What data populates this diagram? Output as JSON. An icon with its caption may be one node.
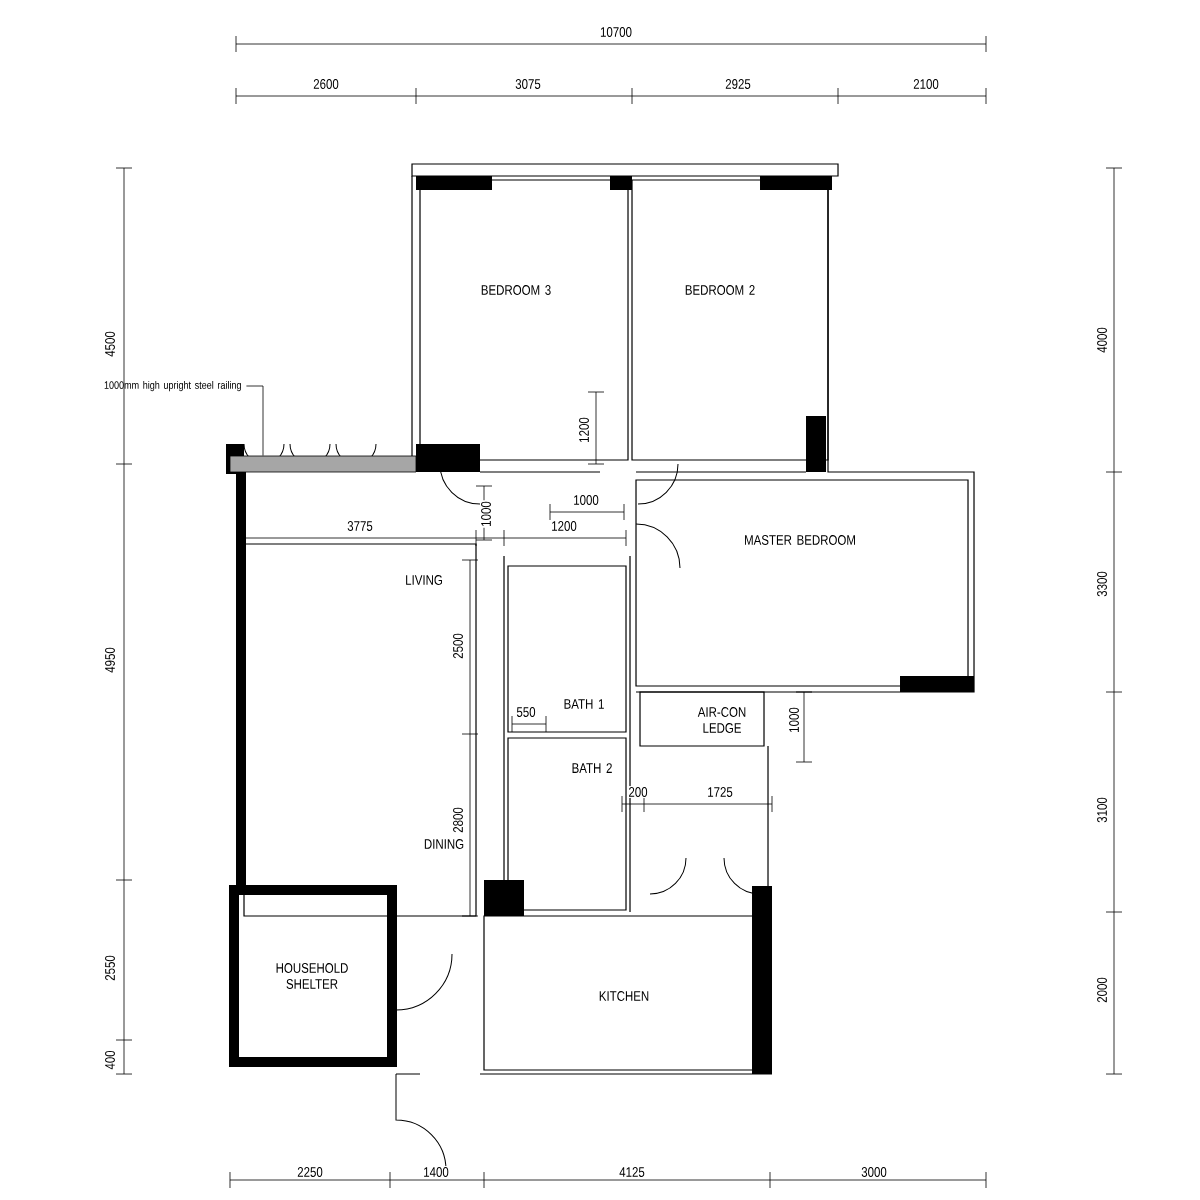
{
  "diagram": {
    "nodes": [
      {
        "text": [
          "1000mm high upright steel railing"
        ]
      },
      {
        "text": [],
        "shape": "bar"
      },
      {
        "text": [
          "BEDROOM 3"
        ]
      },
      {
        "text": [
          "BEDROOM 2"
        ]
      },
      {
        "text": [
          "LIVING",
          "DINING"
        ]
      },
      {
        "text": [
          "MASTER BEDROOM"
        ]
      },
      {
        "text": [
          "BATH 1"
        ]
      },
      {
        "text": [
          "AIR-CON LEDGE"
        ]
      },
      {
        "text": [
          "BATH 2"
        ]
      },
      {
        "text": [
          "HOUSEHOLD SHELTER"
        ]
      },
      {
        "text": [
          "KITCHEN"
        ]
      }
    ],
    "edges": [
      {
        "from": 0,
        "to": 1,
        "arrow": "none"
      }
    ],
    "labels": [
      "10700",
      "2600",
      "3075",
      "2925",
      "2100",
      "4500",
      "4000",
      "1200",
      "1000",
      "1000",
      "3775",
      "1200",
      "4950",
      "3300",
      "2500",
      "550",
      "1000",
      "2800",
      "200",
      "1725",
      "3100",
      "2550",
      "2000",
      "400",
      "2250",
      "1400",
      "4125",
      "3000"
    ]
  }
}
